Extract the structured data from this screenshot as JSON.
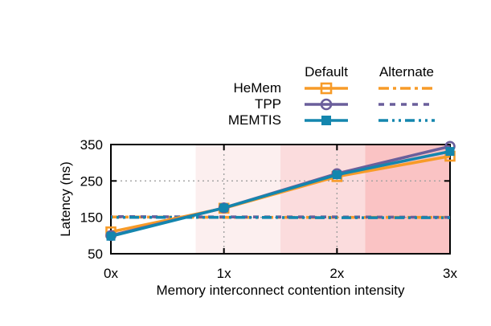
{
  "chart_data": {
    "type": "line",
    "title": "",
    "xlabel": "Memory interconnect contention intensity",
    "ylabel": "Latency (ns)",
    "x": [
      0,
      1,
      2,
      3
    ],
    "xtick_labels": [
      "0x",
      "1x",
      "2x",
      "3x"
    ],
    "yticks": [
      50,
      150,
      250,
      350
    ],
    "ytick_labels": [
      "50",
      "150",
      "250",
      "350"
    ],
    "xlim": [
      0,
      3
    ],
    "ylim": [
      50,
      350
    ],
    "grid": "dotted",
    "grid_color": "#a0a0a0",
    "legend": {
      "columns": [
        "Default",
        "Alternate"
      ],
      "rows": [
        "HeMem",
        "TPP",
        "MEMTIS"
      ],
      "position": "above plot, right"
    },
    "colors": {
      "hemem": "#F79B28",
      "tpp": "#6A5E9B",
      "memtis": "#1486AE"
    },
    "background_bands": [
      {
        "from": 0,
        "to": 0.75,
        "color": "#FFFFFF"
      },
      {
        "from": 0.75,
        "to": 1.5,
        "color": "#FCEFEF"
      },
      {
        "from": 1.5,
        "to": 2.25,
        "color": "#FBDCDD"
      },
      {
        "from": 2.25,
        "to": 3,
        "color": "#FAC3C4"
      }
    ],
    "series": [
      {
        "name": "HeMem",
        "variant": "Default",
        "color": "#F79B28",
        "style": "solid",
        "marker": "open-square",
        "values": [
          110,
          175,
          262,
          318
        ]
      },
      {
        "name": "TPP",
        "variant": "Default",
        "color": "#6A5E9B",
        "style": "solid",
        "marker": "open-circle",
        "values": [
          100,
          176,
          270,
          345
        ]
      },
      {
        "name": "MEMTIS",
        "variant": "Default",
        "color": "#1486AE",
        "style": "solid",
        "marker": "filled-square",
        "values": [
          98,
          176,
          267,
          331
        ]
      },
      {
        "name": "HeMem",
        "variant": "Alternate",
        "color": "#F79B28",
        "style": "dash-dot",
        "marker": "none",
        "values": [
          151,
          150,
          150,
          150
        ]
      },
      {
        "name": "TPP",
        "variant": "Alternate",
        "color": "#6A5E9B",
        "style": "dashed",
        "marker": "none",
        "values": [
          152,
          151,
          151,
          150
        ]
      },
      {
        "name": "MEMTIS",
        "variant": "Alternate",
        "color": "#1486AE",
        "style": "dash-dot-dot",
        "marker": "none",
        "values": [
          150,
          150,
          149,
          149
        ]
      }
    ]
  }
}
